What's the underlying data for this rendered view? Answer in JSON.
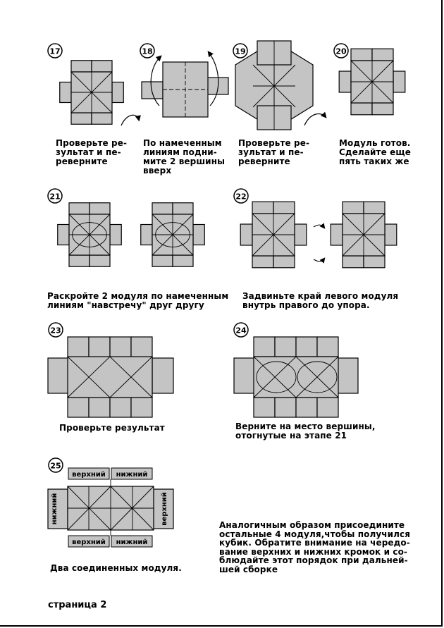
{
  "steps": [
    {
      "number": "17",
      "caption": "Проверьте ре-\nзультат и пе-\nреверните"
    },
    {
      "number": "18",
      "caption": "По намеченным\nлиниям подни-\nмите 2 вершины\nвверх"
    },
    {
      "number": "19",
      "caption": "Проверьте ре-\nзультат и пе-\nреверните"
    },
    {
      "number": "20",
      "caption": "Модуль готов.\nСделайте еще\nпять таких же"
    },
    {
      "number": "21",
      "caption": "Раскройте 2 модуля по намеченным\nлиниям \"навстречу\" друг другу"
    },
    {
      "number": "22",
      "caption": "Задвиньте край левого модуля\nвнутрь правого до упора."
    },
    {
      "number": "23",
      "caption": "Проверьте результат"
    },
    {
      "number": "24",
      "caption": "Верните на место вершины,\nотогнутые на этапе 21"
    },
    {
      "number": "25",
      "caption": "Два соединенных модуля."
    }
  ],
  "flap_labels": {
    "top": "верхний",
    "bottom": "нижний"
  },
  "assembly_note": "Аналогичным образом присоедините\nостальные 4 модуля,чтобы получился\nкубик. Обратите внимание на чередо-\nвание верхних и нижних кромок и со-\nблюдайте этот порядок при дальней-\nшей сборке",
  "page_label": "страница 2",
  "colors": {
    "paper": "#c4c4c4",
    "line": "#000000",
    "background": "#ffffff"
  }
}
